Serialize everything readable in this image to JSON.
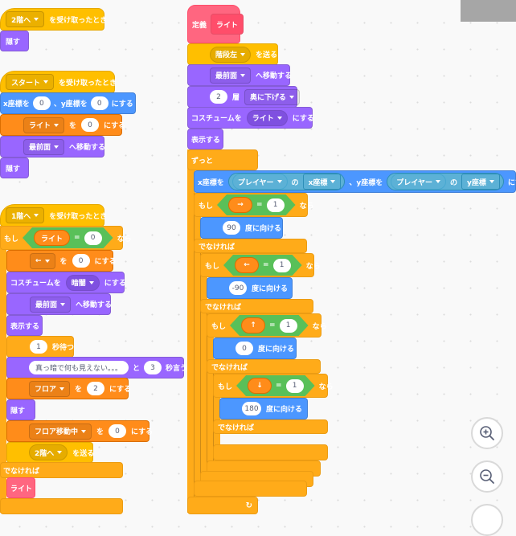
{
  "canvas": {
    "background": "#f9f9f9",
    "zoom_controls": {
      "zoom_in": "zoom-in-icon",
      "zoom_out": "zoom-out-icon",
      "reset": "reset-zoom-icon"
    }
  },
  "colors": {
    "events": "#ffbf00",
    "looks": "#9966ff",
    "motion": "#4c97ff",
    "variables": "#ff8c1a",
    "control": "#ffab19",
    "operators": "#59c059",
    "sensing": "#5cb1d6",
    "my_blocks": "#ff6680"
  },
  "script1": {
    "hat_msg": "2階へ",
    "hat_label": "を受け取ったとき",
    "hide": "隠す"
  },
  "script2": {
    "hat_msg": "スタート",
    "hat_label": "を受け取ったとき",
    "goto_x_label": "x座標を",
    "goto_x": "0",
    "goto_y_label": "、y座標を",
    "goto_y": "0",
    "goto_end": "にする",
    "setvar_name": "ライト",
    "setvar_wo": "を",
    "setvar_val": "0",
    "setvar_end": "にする",
    "front_val": "最前面",
    "front_label": "へ移動する",
    "hide": "隠す"
  },
  "script3": {
    "hat_msg": "1階へ",
    "hat_label": "を受け取ったとき",
    "if_label": "もし",
    "if_var": "ライト",
    "if_eq": "=",
    "if_val": "0",
    "if_then": "なら",
    "setvar1_name": "←",
    "setvar1_wo": "を",
    "setvar1_val": "0",
    "setvar1_end": "にする",
    "costume_label": "コスチュームを",
    "costume_val": "暗闇",
    "costume_end": "にする",
    "front_val": "最前面",
    "front_label": "へ移動する",
    "show": "表示する",
    "wait_val": "1",
    "wait_label": "秒待つ",
    "say_text": "真っ暗で何も見えない。。。",
    "say_to": "と",
    "say_secs": "3",
    "say_end": "秒言う",
    "setvar2_name": "フロア",
    "setvar2_wo": "を",
    "setvar2_val": "2",
    "setvar2_end": "にする",
    "hide": "隠す",
    "setvar3_name": "フロア移動中",
    "setvar3_wo": "を",
    "setvar3_val": "0",
    "setvar3_end": "にする",
    "broadcast_val": "2階へ",
    "broadcast_label": "を送る",
    "else_label": "でなければ",
    "call_light": "ライト"
  },
  "script4": {
    "define_label": "定義",
    "define_name": "ライト",
    "broadcast_val": "階段左",
    "broadcast_label": "を送る",
    "front_val": "最前面",
    "front_label": "へ移動する",
    "layer_num": "2",
    "layer_label": "層",
    "layer_dir": "奥に下げる",
    "costume_label": "コスチュームを",
    "costume_val": "ライト",
    "costume_end": "にする",
    "show": "表示する",
    "forever": "ずっと",
    "goto_x_label": "x座標を",
    "sprite1": "プレイヤー",
    "of1": "の",
    "prop1": "x座標",
    "goto_y_label": "、y座標を",
    "sprite2": "プレイヤー",
    "of2": "の",
    "prop2": "y座標",
    "goto_end": "にする",
    "if_label": "もし",
    "then_label": "なら",
    "else_label": "でなければ",
    "eq": "=",
    "conds": [
      {
        "var": "→",
        "val": "1",
        "dir": "90"
      },
      {
        "var": "←",
        "val": "1",
        "dir": "-90"
      },
      {
        "var": "↑",
        "val": "1",
        "dir": "0"
      },
      {
        "var": "↓",
        "val": "1",
        "dir": "180"
      }
    ],
    "point_label": "度に向ける",
    "loop_arrow": "↻"
  }
}
